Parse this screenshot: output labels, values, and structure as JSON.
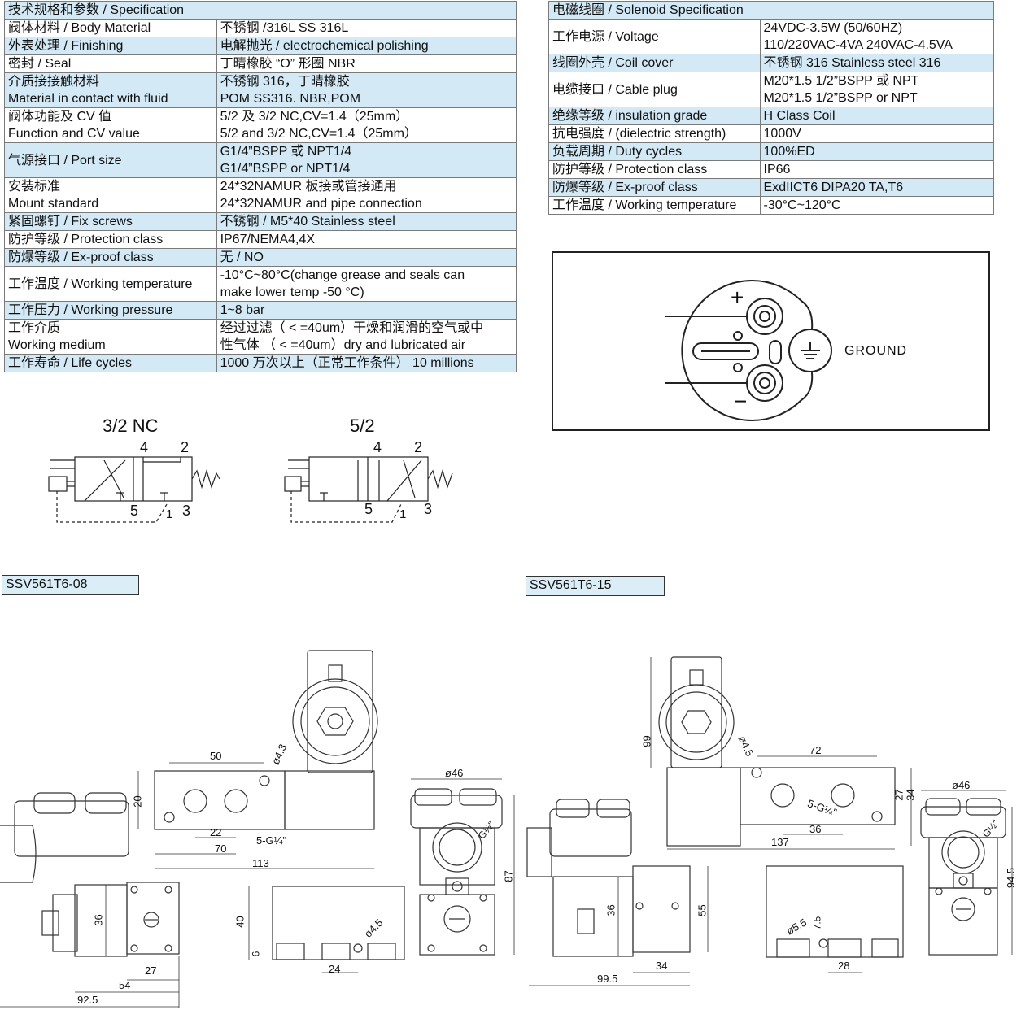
{
  "left_table": {
    "header": "技术规格和参数 / Specification",
    "rows": [
      {
        "k": "阀体材料 /  Body Material",
        "v": "不锈钢 /316L SS 316L",
        "bg": "w"
      },
      {
        "k": "外表处理 / Finishing",
        "v": "电解抛光 /  electrochemical polishing",
        "bg": "b"
      },
      {
        "k": "密封 / Seal",
        "v": "丁晴橡胶 “O” 形圈 NBR",
        "bg": "w"
      },
      {
        "k": "介质接接触材料\nMaterial in contact with fluid",
        "v": "不锈钢 316，丁晴橡胶\nPOM SS316. NBR,POM",
        "bg": "b"
      },
      {
        "k": "阀体功能及 CV 值\nFunction and CV value",
        "v": "5/2 及 3/2 NC,CV=1.4（25mm）\n5/2 and 3/2 NC,CV=1.4（25mm）",
        "bg": "w"
      },
      {
        "k": "气源接口 / Port  size",
        "v": "G1/4”BSPP 或 NPT1/4\nG1/4”BSPP or NPT1/4",
        "bg": "b"
      },
      {
        "k": "安装标准\nMount  standard",
        "v": "24*32NAMUR 板接或管接通用\n24*32NAMUR and pipe connection",
        "bg": "w"
      },
      {
        "k": "紧固螺钉 / Fix screws",
        "v": "不锈钢 / M5*40 Stainless steel",
        "bg": "b"
      },
      {
        "k": "防护等级 / Protection class",
        "v": "IP67/NEMA4,4X",
        "bg": "w"
      },
      {
        "k": "防爆等级 / Ex-proof class",
        "v": "无 / NO",
        "bg": "b"
      },
      {
        "k": "工作温度 / Working temperature",
        "v": "-10°C~80°C(change grease and seals can\nmake lower temp -50 °C)",
        "bg": "w"
      },
      {
        "k": "工作压力 / Working pressure",
        "v": "1~8 bar",
        "bg": "b"
      },
      {
        "k": "工作介质\nWorking medium",
        "v": "经过过滤（ < =40um）干燥和润滑的空气或中\n性气体  （ < =40um）dry and lubricated air",
        "bg": "w"
      },
      {
        "k": "工作寿命 / Life cycles",
        "v": "1000 万次以上（正常工作条件）  10 millions",
        "bg": "b"
      }
    ]
  },
  "right_table": {
    "header": "电磁线圈 / Solenoid Specification",
    "rows": [
      {
        "k": "工作电源 / Voltage",
        "v": "24VDC-3.5W  (50/60HZ)\n110/220VAC-4VA 240VAC-4.5VA",
        "bg": "w"
      },
      {
        "k": "线圈外壳 / Coil cover",
        "v": "不锈钢 316  Stainless steel 316",
        "bg": "b"
      },
      {
        "k": "电缆接口 / Cable plug",
        "v": "M20*1.5 1/2”BSPP 或 NPT\nM20*1.5 1/2”BSPP or  NPT",
        "bg": "w"
      },
      {
        "k": "绝缘等级 / insulation grade",
        "v": "H Class Coil",
        "bg": "b"
      },
      {
        "k": "抗电强度 / (dielectric strength)",
        "v": "1000V",
        "bg": "w"
      },
      {
        "k": "负载周期 / Duty cycles",
        "v": "100%ED",
        "bg": "b"
      },
      {
        "k": "防护等级 / Protection class",
        "v": "IP66",
        "bg": "w"
      },
      {
        "k": "防爆等级 / Ex-proof class",
        "v": "ExdIICT6 DIPA20 TA,T6",
        "bg": "b"
      },
      {
        "k": "工作温度 / Working temperature",
        "v": "-30°C~120°C",
        "bg": "w"
      }
    ]
  },
  "wiring": {
    "ground": "GROUND",
    "plus": "+",
    "minus": "−"
  },
  "symbols": {
    "nc_title": "3/2 NC",
    "fv_title": "5/2",
    "p4": "4",
    "p2": "2",
    "p5": "5",
    "p1": "1",
    "p3": "3"
  },
  "models": {
    "m08": "SSV561T6-08",
    "m15": "SSV561T6-15"
  },
  "dims08": {
    "d50": "50",
    "d20": "20",
    "d22": "22",
    "d70": "70",
    "d113": "113",
    "d5g": "5-G¼\"",
    "d43": "ø4.3",
    "d46": "ø46",
    "d87": "87",
    "d36": "36",
    "d27": "27",
    "d54": "54",
    "d925": "92.5",
    "d40": "40",
    "d6": "6",
    "d24": "24",
    "d45": "ø4.5",
    "dg12": "G½\""
  },
  "dims15": {
    "d99": "99",
    "d45": "ø4.5",
    "d72": "72",
    "d27": "27",
    "d34": "34",
    "d5g": "5-G¼\"",
    "d36": "36",
    "d137": "137",
    "d46": "ø46",
    "dg12": "G½\"",
    "d945": "94.5",
    "d55": "55",
    "d36b": "36",
    "d55b": "ø5.5",
    "d75": "7.5",
    "d34b": "34",
    "d28": "28",
    "d995": "99.5"
  }
}
